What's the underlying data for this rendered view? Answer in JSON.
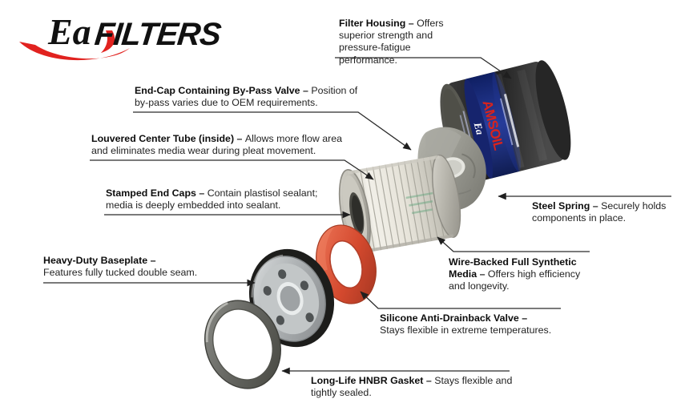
{
  "brand": {
    "mark": "Ea",
    "wordmark": "FILTERS",
    "swoosh_color": "#e1221f",
    "text_color": "#111111"
  },
  "diagram": {
    "title": "Ea Filters exploded view",
    "type": "exploded-parts-diagram",
    "parts": [
      {
        "id": "filter-housing",
        "label": "Filter Housing"
      },
      {
        "id": "steel-spring",
        "label": "Steel Spring"
      },
      {
        "id": "end-cap-bypass",
        "label": "End-Cap Containing By-Pass Valve"
      },
      {
        "id": "center-tube",
        "label": "Louvered Center Tube (inside)"
      },
      {
        "id": "filter-element",
        "label": "Wire-Backed Full Synthetic Media"
      },
      {
        "id": "stamped-end-caps",
        "label": "Stamped End Caps"
      },
      {
        "id": "anti-drainback-valve",
        "label": "Silicone Anti-Drainback Valve"
      },
      {
        "id": "baseplate",
        "label": "Heavy-Duty Baseplate"
      },
      {
        "id": "gasket",
        "label": "Long-Life HNBR Gasket"
      }
    ],
    "colors": {
      "housing_body": "#2b2b2b",
      "housing_label_blue": "#1b2f86",
      "housing_label_red": "#d8231d",
      "media_white": "#eceae3",
      "valve_red": "#d94f32",
      "spring_gray": "#9a9a93",
      "baseplate_metal": "#b9bcbd",
      "gasket_gray": "#6f706c",
      "leader_line": "#2a2a2a"
    },
    "housing_label": {
      "brand": "AMSOIL",
      "sub": "Ea"
    }
  },
  "callouts": {
    "filter_housing": {
      "title": "Filter Housing",
      "dash": " – ",
      "body": "Offers superior strength and pressure-fatigue performance."
    },
    "end_cap": {
      "title": "End-Cap Containing By-Pass Valve",
      "dash": " – ",
      "body": "Position of by-pass varies due to OEM requirements."
    },
    "center_tube": {
      "title": "Louvered Center Tube (inside)",
      "dash": " – ",
      "body": "Allows more flow area and eliminates media wear during pleat movement."
    },
    "stamped_end_caps": {
      "title": "Stamped End Caps",
      "dash": " – ",
      "body": "Contain plastisol sealant; media is deeply embedded into sealant."
    },
    "baseplate": {
      "title": "Heavy-Duty Baseplate –",
      "dash": "",
      "body": "Features fully tucked double seam."
    },
    "steel_spring": {
      "title": "Steel Spring",
      "dash": " – ",
      "body": "Securely holds components in place."
    },
    "media": {
      "title": "Wire-Backed Full Synthetic Media",
      "dash": " – ",
      "body": "Offers high efficiency and longevity."
    },
    "anti_drainback": {
      "title": "Silicone Anti-Drainback Valve –",
      "dash": "",
      "body": "Stays flexible in extreme temperatures."
    },
    "gasket": {
      "title": "Long-Life HNBR Gasket",
      "dash": " – ",
      "body": "Stays flexible and tightly sealed."
    }
  }
}
